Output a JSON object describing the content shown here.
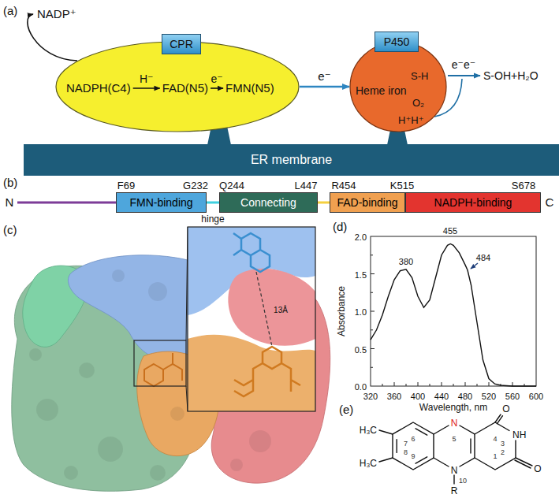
{
  "diagram": {
    "nodes": [
      {
        "text": [
          "NADPH(C4)",
          "FAD(N5)",
          "FMN(N5)"
        ]
      },
      {
        "text": [
          "CPR"
        ],
        "in": 0
      },
      {
        "text": [
          "Heme iron",
          "S-H",
          "O₂",
          "H⁺H⁺"
        ]
      },
      {
        "text": [
          "P450"
        ],
        "in": 2
      },
      {
        "text": [
          "ER membrane"
        ]
      },
      {
        "text": [
          "FMN-binding"
        ]
      },
      {
        "text": [
          "Connecting"
        ]
      },
      {
        "text": [
          "FAD-binding"
        ]
      },
      {
        "text": [
          "NADPH-binding"
        ]
      }
    ],
    "edges": [
      {
        "from": 0,
        "to": 2,
        "label": "e⁻",
        "arrow": "to"
      },
      {
        "from": 5,
        "to": 6,
        "label": "hinge",
        "arrow": "none"
      },
      {
        "from": 6,
        "to": 7,
        "arrow": "none"
      }
    ],
    "labels": [
      "(a)",
      "NADP⁺",
      "H⁻",
      "e⁻",
      "e⁻e⁻",
      "S-OH+H₂O",
      "(b)",
      "N",
      "F69",
      "G232",
      "Q244",
      "L447",
      "R454",
      "K515",
      "S678",
      "C",
      "(c)",
      "13Å",
      "(d)",
      "380",
      "455",
      "484",
      "Absorbance",
      "Wavelength, nm",
      "2.0",
      "1.5",
      "1.0",
      "0.5",
      "0.0",
      "320",
      "360",
      "400",
      "440",
      "480",
      "520",
      "560",
      "600",
      "(e)",
      "H₃C",
      "H₃C",
      "O",
      "NH",
      "O",
      "N",
      "N",
      "R",
      "6",
      "7",
      "8",
      "9",
      "5",
      "4",
      "3",
      "2",
      "1",
      "10"
    ]
  }
}
